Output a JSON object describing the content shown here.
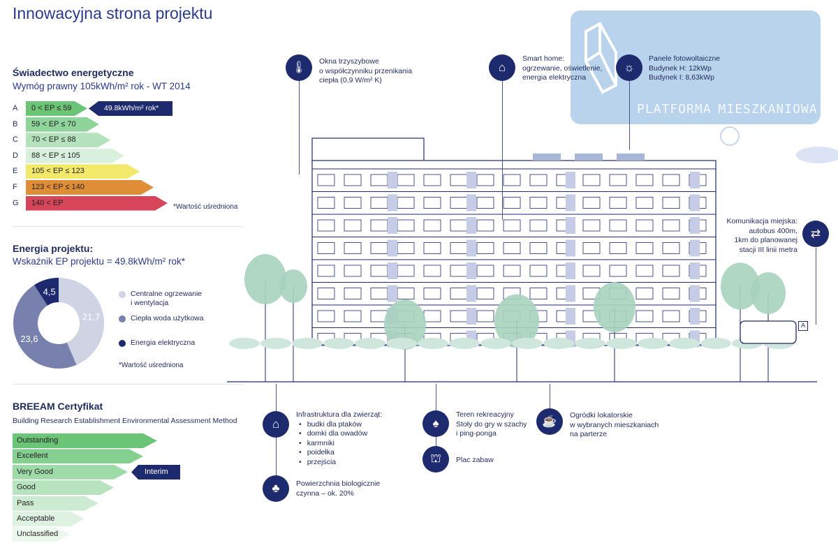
{
  "title": "Innowacyjna strona projektu",
  "energy_certificate": {
    "heading": "Świadectwo energetyczne",
    "requirement": "Wymóg prawny 105kWh/m² rok - WT 2014",
    "classes": [
      {
        "letter": "A",
        "range": "0 < EP ≤ 59",
        "color": "#6cc477"
      },
      {
        "letter": "B",
        "range": "59 < EP ≤ 70",
        "color": "#8fd49a"
      },
      {
        "letter": "C",
        "range": "70 < EP ≤ 88",
        "color": "#b3e2bd"
      },
      {
        "letter": "D",
        "range": "88 < EP ≤ 105",
        "color": "#d9f0de"
      },
      {
        "letter": "E",
        "range": "105 < EP ≤ 123",
        "color": "#f2e86a"
      },
      {
        "letter": "F",
        "range": "123 < EP ≤ 140",
        "color": "#df8d36"
      },
      {
        "letter": "G",
        "range": "140 < EP",
        "color": "#d6455a"
      }
    ],
    "project_value": "49.8kWh/m² rok*",
    "footnote": "*Wartość uśredniona"
  },
  "project_energy": {
    "heading": "Energia projektu:",
    "indicator": "Wskaźnik EP projektu = 49.8kWh/m² rok*",
    "footnote": "*Wartość uśredniona"
  },
  "chart_data": {
    "type": "pie",
    "donut": true,
    "categories": [
      "Centralne ogrzewanie i wentylacja",
      "Ciepła woda użytkowa",
      "Energia elektryczna"
    ],
    "values": [
      21.7,
      23.6,
      4.5
    ],
    "labels": [
      "21,7",
      "23,6",
      "4,5"
    ],
    "colors": [
      "#cfd3e3",
      "#7881ad",
      "#1e2a6e"
    ],
    "legend_lines": [
      [
        "Centralne ogrzewanie",
        "i wentylacja"
      ],
      [
        "Ciepła woda użytkowa"
      ],
      [
        "Energia elektryczna"
      ]
    ],
    "legend": "right"
  },
  "breeam": {
    "heading": "BREEAM Certyfikat",
    "subtitle": "Building Research Establishment Environmental Assessment Method",
    "levels": [
      {
        "label": "Outstanding",
        "color": "#6cc477"
      },
      {
        "label": "Excellent",
        "color": "#85cf91"
      },
      {
        "label": "Very Good",
        "color": "#9fdaa9"
      },
      {
        "label": "Good",
        "color": "#b7e3be"
      },
      {
        "label": "Pass",
        "color": "#cdebd2"
      },
      {
        "label": "Acceptable",
        "color": "#def2e2"
      },
      {
        "label": "Unclassified",
        "color": "#ecf7ee"
      }
    ],
    "current": "Interim"
  },
  "features": {
    "windows": {
      "icon": "thermometer-icon",
      "lines": [
        "Okna trzyszybowe",
        "o współczynniku przenikania",
        "ciepła (0,9 W/m² K)"
      ]
    },
    "smart_home": {
      "icon": "smart-home-icon",
      "lines": [
        "Smart home:",
        "ogrzewanie, oświetlenie,",
        "energia elektryczna"
      ]
    },
    "solar": {
      "icon": "sun-icon",
      "lines": [
        "Panele fotowoltaiczne",
        "Budynek H: 12kWp",
        "Budynek I: 8,63kWp"
      ]
    },
    "transport": {
      "icon": "transit-icon",
      "lines": [
        "Komunikacja miejska:",
        "autobus 400m,",
        "1km do planowanej",
        "stacji III linii metra"
      ]
    },
    "animals": {
      "icon": "birdhouse-icon",
      "heading": "Infrastruktura dla zwierząt:",
      "items": [
        "budki dla ptaków",
        "domki dla owadów",
        "karmniki",
        "poidełka",
        "przejścia"
      ]
    },
    "biological": {
      "icon": "trees-icon",
      "lines": [
        "Powierzchnia biologicznie",
        "czynna – ok. 20%"
      ]
    },
    "recreation": {
      "icon": "tree-icon",
      "lines": [
        "Teren rekreacyjny",
        "Stoły do gry w szachy",
        "i ping-ponga"
      ]
    },
    "playground": {
      "icon": "playground-icon",
      "lines": [
        "Plac zabaw"
      ]
    },
    "gardens": {
      "icon": "watering-can-icon",
      "lines": [
        "Ogródki lokatorskie",
        "w wybranych mieszkaniach",
        "na parterze"
      ]
    }
  },
  "watermark": {
    "line1": "PLATFORMA",
    "line2": "MIESZKANIOWA"
  },
  "bus_stop_sign": "A"
}
